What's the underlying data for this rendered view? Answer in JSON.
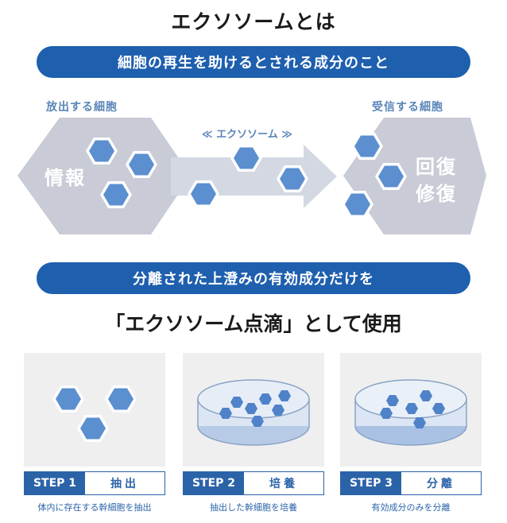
{
  "title": "エクソソームとは",
  "banner1": "細胞の再生を助けるとされる成分のこと",
  "diagram": {
    "left_label": "放出する細胞",
    "left_hex_text": "情報",
    "arrow_label": "≪ エクソソーム ≫",
    "right_label": "受信する細胞",
    "right_hex_line1": "回復",
    "right_hex_line2": "修復"
  },
  "banner2": "分離された上澄みの有効成分だけを",
  "usage_text": "「エクソソーム点滴」として使用",
  "steps": [
    {
      "tag": "STEP 1",
      "name": "抽出",
      "caption": "体内に存在する幹細胞を抽出"
    },
    {
      "tag": "STEP 2",
      "name": "培養",
      "caption": "抽出した幹細胞を培養"
    },
    {
      "tag": "STEP 3",
      "name": "分離",
      "caption": "有効成分のみを分離"
    }
  ],
  "colors": {
    "primary": "#1e5fae",
    "hex_gray": "#c9ccd6",
    "hex_blue": "#5b8fd0"
  }
}
